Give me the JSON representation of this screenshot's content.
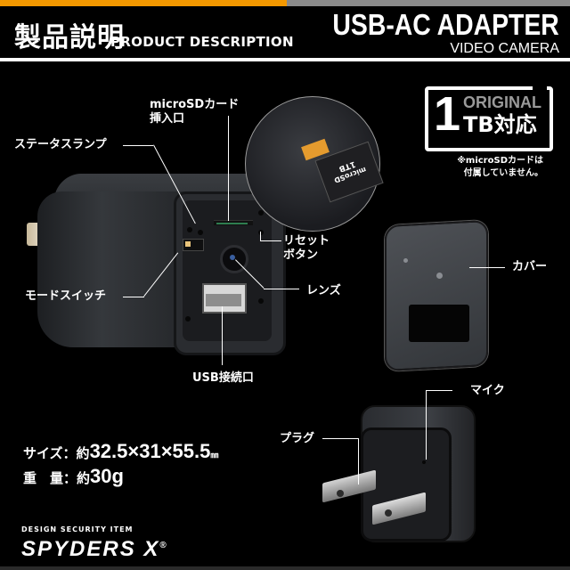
{
  "header": {
    "title_jp": "製品説明",
    "title_en": "PRODUCT DESCRIPTION",
    "product": "USB-AC ADAPTER",
    "product_sub": "VIDEO CAMERA",
    "colors": {
      "accent_orange": "#f39800",
      "accent_gray": "#8a8a8a",
      "background": "#000000"
    }
  },
  "callouts": {
    "microsd_slot": [
      "microSDカード",
      "挿入口"
    ],
    "status_lamp": "ステータスランプ",
    "reset_button": [
      "リセット",
      "ボタン"
    ],
    "mode_switch": "モードスイッチ",
    "lens": "レンズ",
    "usb_port": "USB接続口",
    "cover": "カバー",
    "mic": "マイク",
    "plug": "プラグ"
  },
  "sd_card": {
    "label_1": "1TB",
    "label_2": "microSD"
  },
  "badge": {
    "number": "1",
    "original": "ORIGINAL",
    "capacity": "TB対応",
    "note": [
      "※microSDカードは",
      "付属していません。"
    ]
  },
  "specs": {
    "size_key": "サイズ：約",
    "size_value": "32.5×31×55.5",
    "size_unit": "㎜",
    "weight_key": "重　量：約",
    "weight_value": "30g"
  },
  "brand": {
    "tagline": "DESIGN SECURITY ITEM",
    "name": "SPYDERS X",
    "mark": "®"
  }
}
